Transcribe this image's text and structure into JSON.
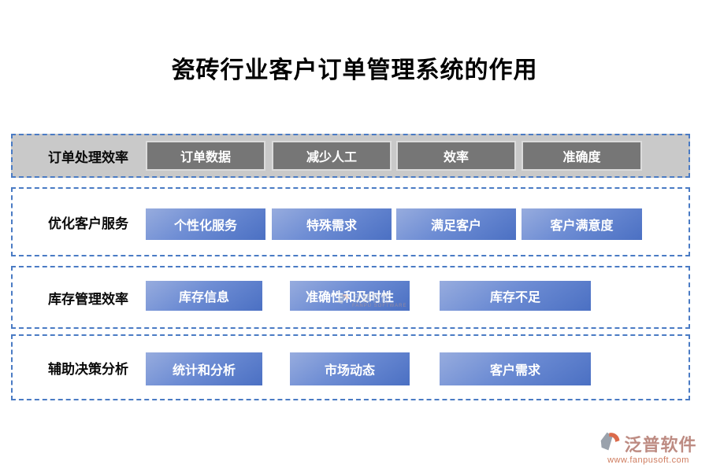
{
  "title": "瓷砖行业客户订单管理系统的作用",
  "rows": [
    {
      "label": "订单处理效率",
      "items": [
        "订单数据",
        "减少人工",
        "效率",
        "准确度"
      ]
    },
    {
      "label": "优化客户服务",
      "items": [
        "个性化服务",
        "特殊需求",
        "满足客户",
        "客户满意度"
      ]
    },
    {
      "label": "库存管理效率",
      "items": [
        "库存信息",
        "准确性和及时性",
        "库存不足"
      ]
    },
    {
      "label": "辅助决策分析",
      "items": [
        "统计和分析",
        "市场动态",
        "客户需求"
      ]
    }
  ],
  "watermark": {
    "label": "泛普软件",
    "subtext": "FANPU SOFTWARE"
  },
  "logo": {
    "name": "泛普软件",
    "url": "www.fanpusoft.com"
  },
  "colors": {
    "dashed_border": "#4a7bc4",
    "row_gray_bg": "#c9c9c9",
    "gray_button": "#767676",
    "blue_button_light": "#97acde",
    "blue_button_dark": "#4b70c3",
    "logo_text": "#bd8b82",
    "logo_url": "#cf7c5f"
  }
}
